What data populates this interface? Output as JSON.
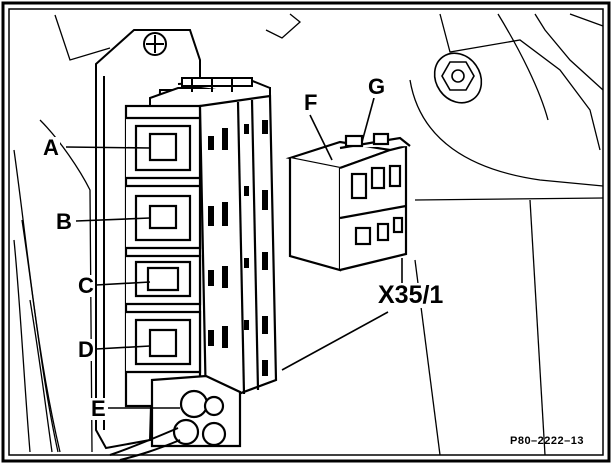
{
  "labels": {
    "a": "A",
    "b": "B",
    "c": "C",
    "d": "D",
    "e": "E",
    "f": "F",
    "g": "G",
    "x35": "X35/1"
  },
  "reference_code": "P80–2222–13",
  "colors": {
    "line": "#000000",
    "background": "#ffffff"
  }
}
